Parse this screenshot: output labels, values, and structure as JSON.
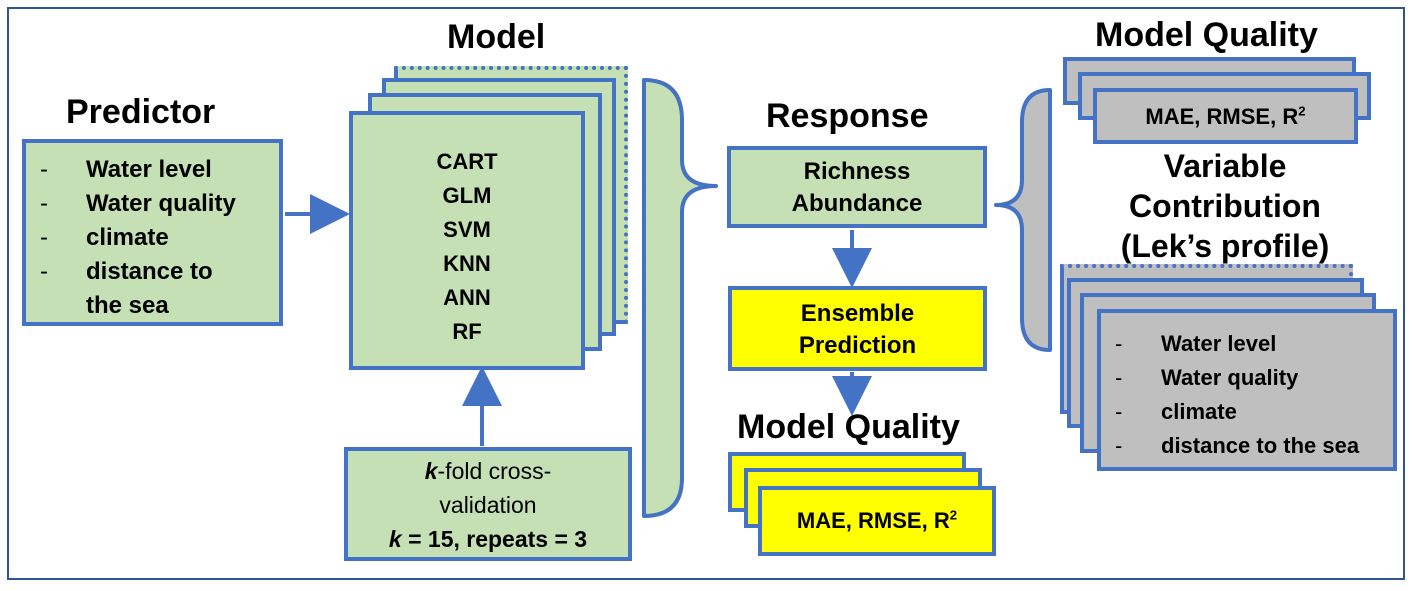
{
  "headings": {
    "predictor": "Predictor",
    "model": "Model",
    "response": "Response",
    "model_quality_bottom": "Model Quality",
    "model_quality_top": "Model Quality",
    "variable_contribution_line1": "Variable",
    "variable_contribution_line2": "Contribution",
    "variable_contribution_line3": "(Lek’s profile)"
  },
  "predictor": {
    "items": [
      "Water level",
      "Water quality",
      "climate",
      "distance to",
      "the sea"
    ],
    "dash": "-"
  },
  "model": {
    "methods": [
      "CART",
      "GLM",
      "SVM",
      "KNN",
      "ANN",
      "RF"
    ]
  },
  "cv": {
    "line1_k": "k",
    "line1_rest": "-fold cross-",
    "line2": "validation",
    "line3_k": "k",
    "line3_rest": " = 15, repeats = 3"
  },
  "response": {
    "line1": "Richness",
    "line2": "Abundance"
  },
  "ensemble": {
    "line1": "Ensemble",
    "line2": "Prediction"
  },
  "metrics": {
    "text": "MAE, RMSE, R",
    "sup": "2"
  },
  "contribution": {
    "items": [
      "Water level",
      "Water quality",
      "climate",
      "distance to the sea"
    ],
    "dash": "-"
  },
  "colors": {
    "border": "#4472c4",
    "green": "#c5e0b4",
    "yellow": "#ffff00",
    "gray": "#bfbfbf"
  }
}
